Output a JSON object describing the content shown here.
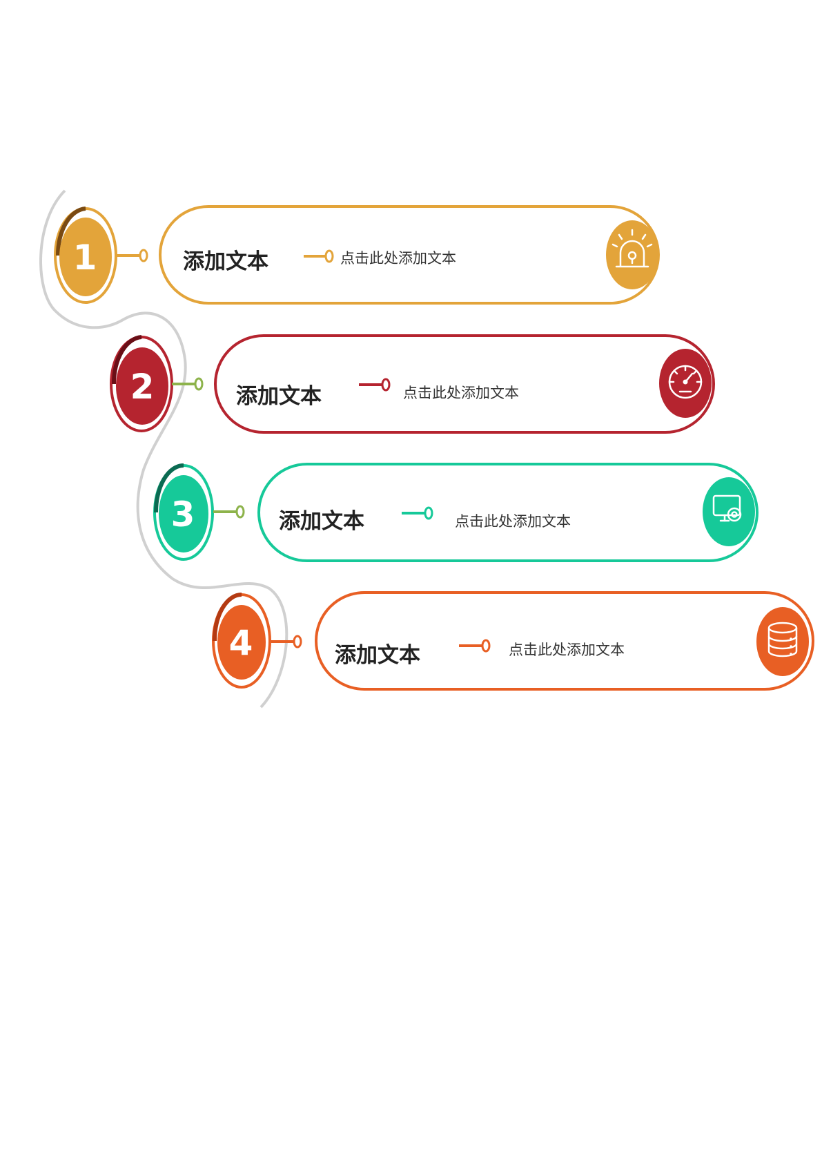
{
  "steps": [
    {
      "number": "1",
      "title": "添加文本",
      "description": "点击此处添加文本",
      "color": "#E3A43A",
      "dark_color": "#7A4A12",
      "connector_color": "#E3A43A",
      "icon": "siren-alarm-icon"
    },
    {
      "number": "2",
      "title": "添加文本",
      "description": "点击此处添加文本",
      "color": "#B5242F",
      "dark_color": "#6A0E16",
      "connector_color": "#8DB34B",
      "icon": "speedometer-gauge-icon"
    },
    {
      "number": "3",
      "title": "添加文本",
      "description": "点击此处添加文本",
      "color": "#16C999",
      "dark_color": "#0B6B52",
      "connector_color": "#8DB34B",
      "icon": "monitor-settings-icon"
    },
    {
      "number": "4",
      "title": "添加文本",
      "description": "点击此处添加文本",
      "color": "#E85F24",
      "dark_color": "#B43A12",
      "connector_color": "#E85F24",
      "icon": "database-icon"
    }
  ],
  "path_color": "#D0D0D0"
}
